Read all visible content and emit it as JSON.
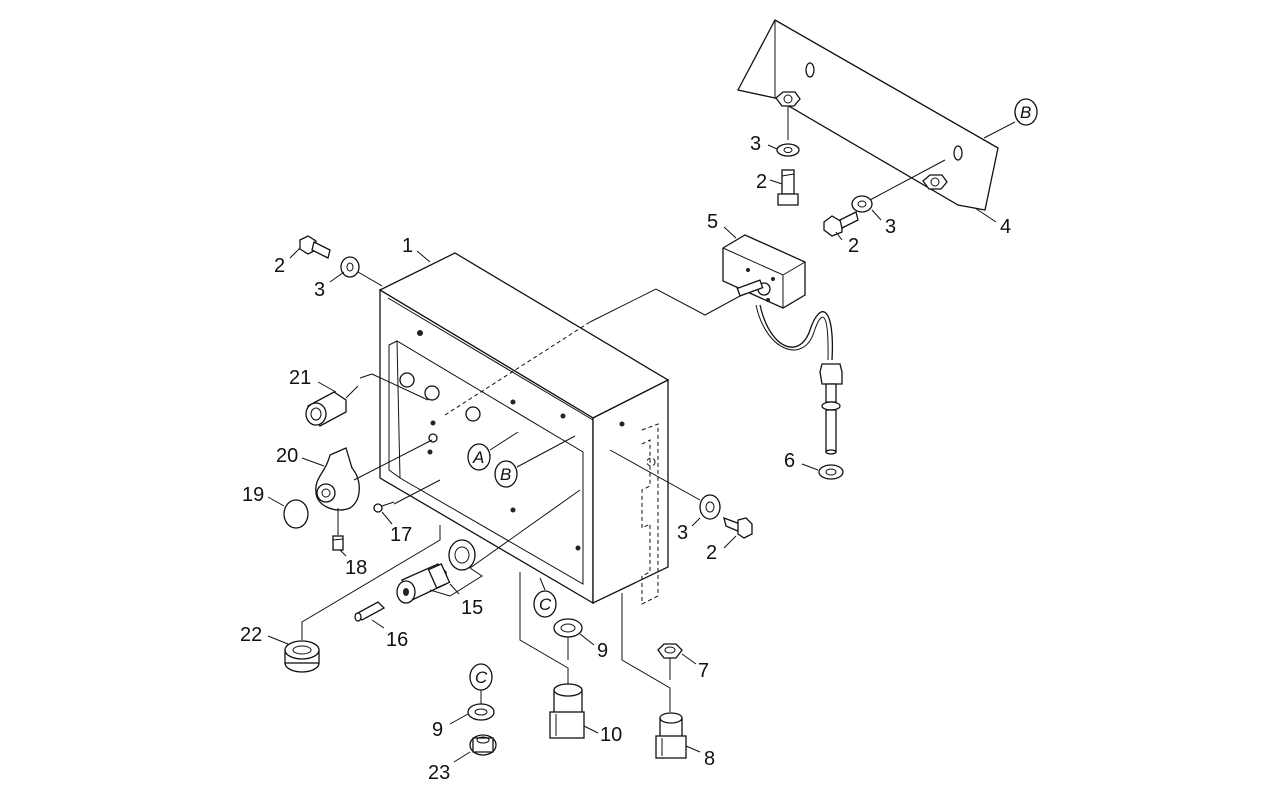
{
  "diagram": {
    "callouts": [
      "1",
      "2",
      "2",
      "2",
      "2",
      "3",
      "3",
      "3",
      "3",
      "4",
      "5",
      "6",
      "7",
      "8",
      "9",
      "9",
      "10",
      "15",
      "16",
      "17",
      "18",
      "19",
      "20",
      "21",
      "22",
      "23"
    ],
    "refs": [
      "A",
      "B",
      "B",
      "C",
      "C"
    ]
  }
}
